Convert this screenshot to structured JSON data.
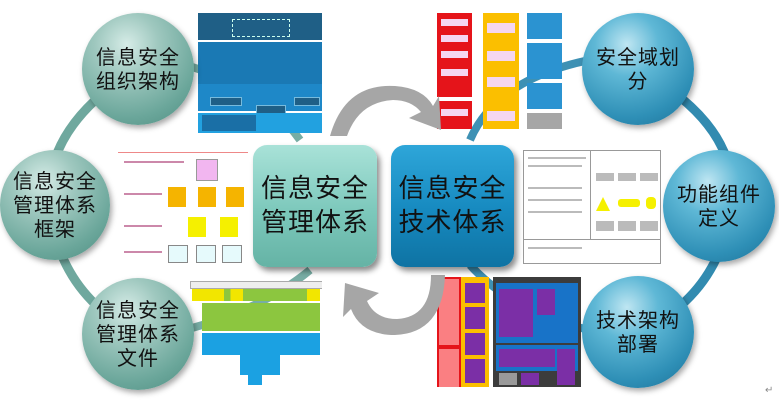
{
  "center": {
    "management": {
      "line1": "信息安全",
      "line2": "管理体系",
      "color": "#7cc8bb"
    },
    "technical": {
      "line1": "信息安全",
      "line2": "技术体系",
      "color": "#1689bf"
    }
  },
  "management_nodes": [
    {
      "id": "org",
      "line1": "信息安全",
      "line2": "组织架构",
      "line3": ""
    },
    {
      "id": "framework",
      "line1": "信息安全",
      "line2": "管理体系",
      "line3": "框架"
    },
    {
      "id": "documents",
      "line1": "信息安全",
      "line2": "管理体系",
      "line3": "文件"
    }
  ],
  "technical_nodes": [
    {
      "id": "domain",
      "line1": "安全域划",
      "line2": "分"
    },
    {
      "id": "components",
      "line1": "功能组件",
      "line2": "定义"
    },
    {
      "id": "architecture",
      "line1": "技术架构",
      "line2": "部署"
    }
  ],
  "colors": {
    "management_teal": "#6aa69a",
    "technical_blue": "#2e8fb6",
    "arrow_gray": "#a6a6a6"
  },
  "paragraph_mark": "↵"
}
